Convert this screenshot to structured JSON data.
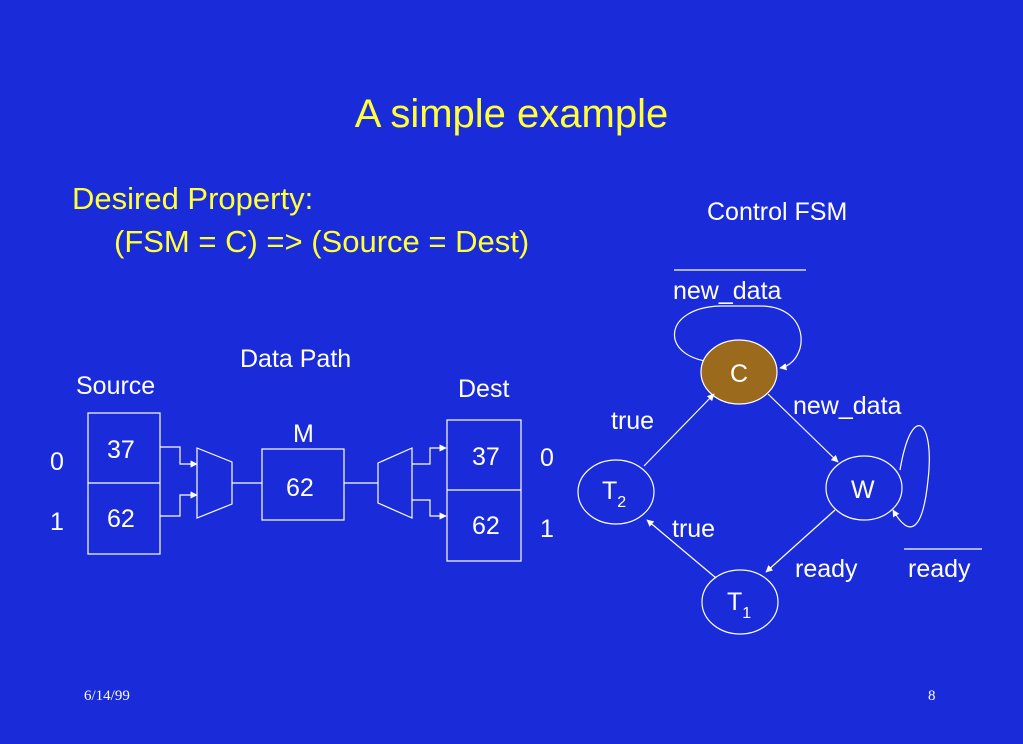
{
  "slide": {
    "title": "A simple example",
    "property_heading": "Desired Property:",
    "property_formula": "(FSM = C) => (Source = Dest)"
  },
  "datapath": {
    "title": "Data Path",
    "source": {
      "label": "Source",
      "values": [
        "37",
        "62"
      ],
      "addresses": [
        "0",
        "1"
      ]
    },
    "mux": {
      "label": "M",
      "value": "62"
    },
    "dest": {
      "label": "Dest",
      "values": [
        "37",
        "62"
      ],
      "addresses": [
        "0",
        "1"
      ]
    }
  },
  "fsm": {
    "title": "Control FSM",
    "states": {
      "C": {
        "label": "C"
      },
      "W": {
        "label": "W"
      },
      "T1": {
        "label": "T",
        "subscript": "1"
      },
      "T2": {
        "label": "T",
        "subscript": "2"
      }
    },
    "edges": {
      "c_self": "new_data",
      "c_to_w": "new_data",
      "w_self": "ready",
      "w_to_t1": "ready",
      "t1_to_t2": "true",
      "t2_to_c": "true"
    },
    "colors": {
      "state_C_fill": "#9b6a1c"
    }
  },
  "colors": {
    "background": "#1a2bd9",
    "title_text": "#ffff3a",
    "body_text": "#ffffff"
  },
  "footer": {
    "date": "6/14/99",
    "page": "8"
  }
}
